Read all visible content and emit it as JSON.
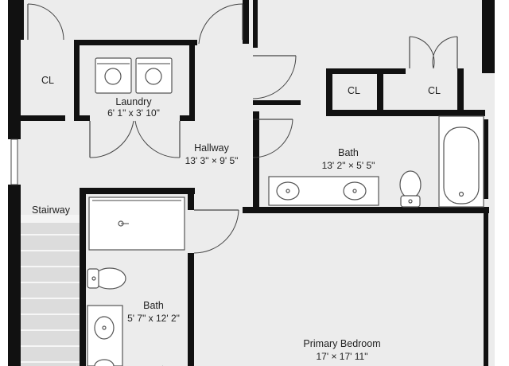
{
  "floor_plan": {
    "colors": {
      "wall": "#111111",
      "floor": "#ececec",
      "fixture": "#ffffff",
      "line": "#444444",
      "text": "#222222"
    },
    "rooms": {
      "closet_top_left": {
        "name": "CL"
      },
      "laundry": {
        "name": "Laundry",
        "dims": "6' 1\" x 3' 10\""
      },
      "hallway": {
        "name": "Hallway",
        "dims": "13' 3\" × 9' 5\""
      },
      "stairway": {
        "name": "Stairway"
      },
      "closet_small": {
        "name": "CL"
      },
      "closet_right": {
        "name": "CL"
      },
      "bath_upper": {
        "name": "Bath",
        "dims": "13' 2\" × 5' 5\""
      },
      "bath_lower": {
        "name": "Bath",
        "dims": "5' 7\" x 12' 2\""
      },
      "primary_bedroom": {
        "name": "Primary Bedroom",
        "dims": "17' × 17' 11\""
      }
    },
    "fixtures": {
      "washer": "washer-icon",
      "dryer": "dryer-icon",
      "bathtub": "bathtub-icon",
      "toilet": "toilet-icon",
      "sink": "sink-icon",
      "shower": "shower-icon"
    }
  }
}
